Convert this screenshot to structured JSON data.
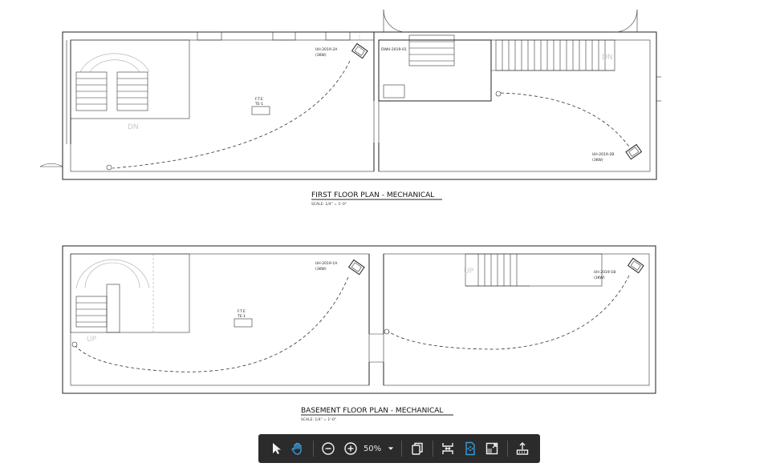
{
  "first_floor": {
    "title": "FIRST FLOOR PLAN - MECHANICAL",
    "scale": "SCALE: 1/4\" = 1'-0\"",
    "tags": {
      "uh_2019_2a": "UH-2019-2A",
      "uh_2019_2a_kw": "(3KW)",
      "dwh_2019_01": "DWH-2019-01",
      "uh_2019_2b": "UH-2019-2B",
      "uh_2019_2b_kw": "(3KW)",
      "fte": "F.T.E",
      "te": "TE-1",
      "thermostat_1": "T",
      "thermostat_2": "T"
    },
    "stair_labels": {
      "dn_left": "DN",
      "dn_right": "DN"
    }
  },
  "basement": {
    "title": "BASEMENT FLOOR PLAN - MECHANICAL",
    "scale": "SCALE: 1/4\" = 1'-0\"",
    "tags": {
      "uh_2019_1a": "UH-2019-1A",
      "uh_2019_1a_kw": "(3KW)",
      "uh_2019_1b": "UH-2019-1B",
      "uh_2019_1b_kw": "(3KW)",
      "fte": "F.T.E",
      "te": "TE-1",
      "thermostat_1": "T",
      "thermostat_2": "T"
    },
    "stair_labels": {
      "up_left": "UP",
      "up_right": "UP"
    }
  },
  "toolbar": {
    "zoom": "50%",
    "icons": [
      "select-arrow-icon",
      "hand-pan-icon",
      "zoom-out-icon",
      "zoom-in-icon",
      "page-view-icon",
      "fit-width-icon",
      "fit-page-icon",
      "full-screen-icon",
      "export-icon"
    ],
    "active_color": "#3a9bd9"
  }
}
